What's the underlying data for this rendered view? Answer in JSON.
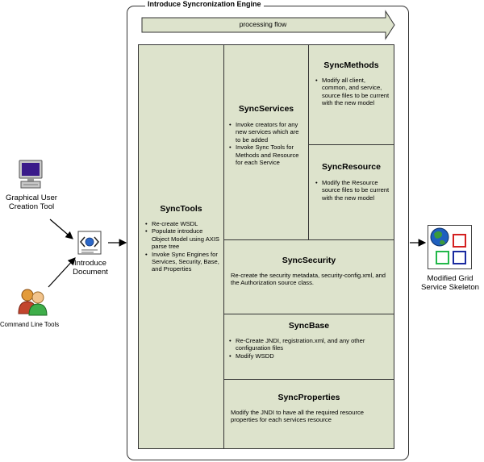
{
  "engine": {
    "title": "Introduce Syncronization Engine",
    "flow_label": "processing flow"
  },
  "inputs": {
    "gui_label": "Graphical User Creation Tool",
    "cli_label": "Command Line Tools",
    "document_label": "Introduce Document"
  },
  "output": {
    "label": "Modified Grid Service Skeleton"
  },
  "boxes": {
    "synctools": {
      "title": "SyncTools",
      "items": [
        "Re-create WSDL",
        "Populate introduce Object Model using AXIS parse tree",
        "Invoke Sync Engines for Services, Security, Base, and Properties"
      ]
    },
    "syncservices": {
      "title": "SyncServices",
      "items": [
        "Invoke creators for any new services which are to be added",
        "Invoke Sync Tools for Methods and Resource for each Service"
      ]
    },
    "syncmethods": {
      "title": "SyncMethods",
      "items": [
        "Modify all client, common, and service, source files to be current with the new model"
      ]
    },
    "syncresource": {
      "title": "SyncResource",
      "items": [
        "Modify the Resource source files to be current with the new model"
      ]
    },
    "syncsecurity": {
      "title": "SyncSecurity",
      "text": "Re-create the security metadata, security-config.xml, and the Authorization source class."
    },
    "syncbase": {
      "title": "SyncBase",
      "items": [
        "Re-Create JNDI, registration.xml, and any other configuration files",
        "Modify WSDD"
      ]
    },
    "syncproperties": {
      "title": "SyncProperties",
      "text": "Modify the JNDI to have all the required resource properties for each services resource"
    }
  },
  "colors": {
    "box_fill": "#dde3cc",
    "stroke": "#333333",
    "globe_blue": "#1f5fbf",
    "square_red": "#d42020",
    "square_green": "#22b84a",
    "square_blue": "#1a2aa0"
  }
}
